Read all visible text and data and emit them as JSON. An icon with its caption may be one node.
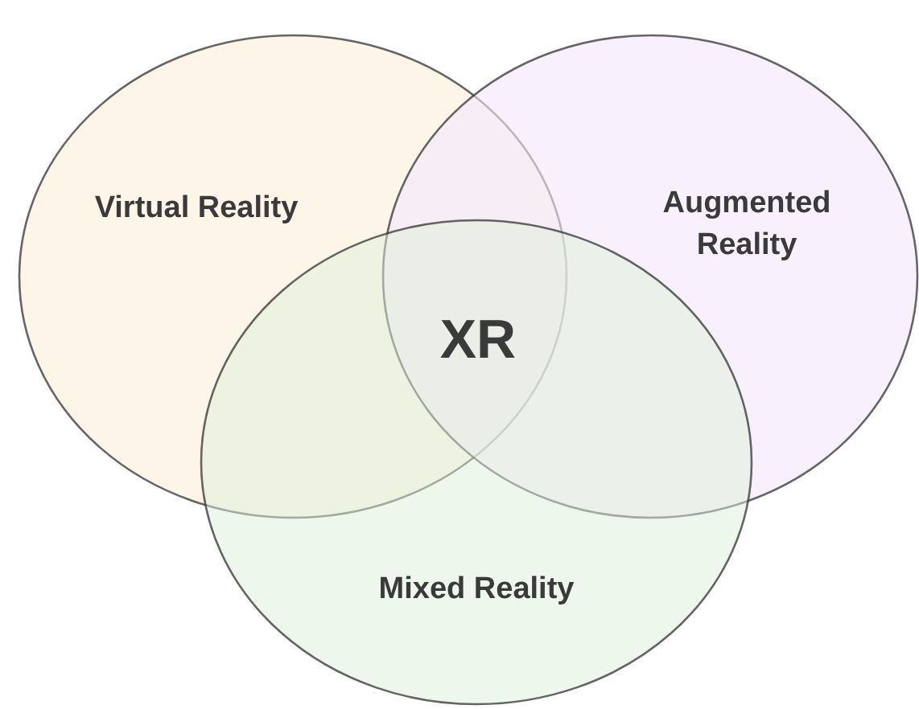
{
  "diagram": {
    "nodes": [
      {
        "text": [
          "Virtual Reality"
        ]
      },
      {
        "text": [
          "Augmented Reality"
        ]
      },
      {
        "text": [
          "Mixed Reality"
        ]
      }
    ],
    "labels": [
      "XR"
    ]
  }
}
